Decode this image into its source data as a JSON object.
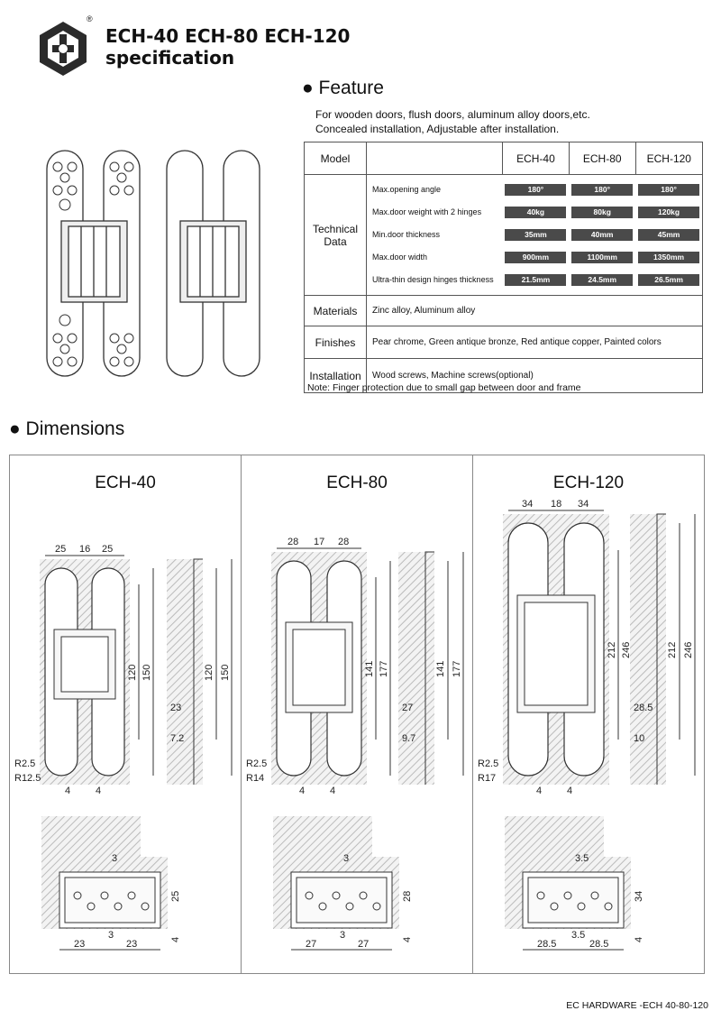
{
  "header": {
    "title_line1": "ECH-40  ECH-80  ECH-120",
    "title_line2": "specification",
    "registered_mark": "®"
  },
  "feature": {
    "heading": "Feature",
    "line1": "For wooden doors, flush doors, aluminum alloy doors,etc.",
    "line2": "Concealed installation, Adjustable after installation."
  },
  "spec_table": {
    "model_label": "Model",
    "models": [
      "ECH-40",
      "ECH-80",
      "ECH-120"
    ],
    "technical_label": "Technical Data",
    "rows": [
      {
        "label": "Max.opening angle",
        "values": [
          "180°",
          "180°",
          "180°"
        ]
      },
      {
        "label": "Max.door weight with 2 hinges",
        "values": [
          "40kg",
          "80kg",
          "120kg"
        ]
      },
      {
        "label": "Min.door thickness",
        "values": [
          "35mm",
          "40mm",
          "45mm"
        ]
      },
      {
        "label": "Max.door width",
        "values": [
          "900mm",
          "1100mm",
          "1350mm"
        ]
      },
      {
        "label": "Ultra-thin design hinges thickness",
        "values": [
          "21.5mm",
          "24.5mm",
          "26.5mm"
        ]
      }
    ],
    "materials_label": "Materials",
    "materials_value": "Zinc alloy, Aluminum alloy",
    "finishes_label": "Finishes",
    "finishes_value": "Pear chrome, Green antique bronze, Red antique copper, Painted colors",
    "installation_label": "Installation",
    "installation_value": "Wood screws, Machine screws(optional)"
  },
  "note": "Note: Finger protection due to small gap between door and frame",
  "dimensions": {
    "heading": "Dimensions",
    "panels": [
      {
        "title": "ECH-40",
        "top_widths": [
          "25",
          "16",
          "25"
        ],
        "heights": [
          "120",
          "150"
        ],
        "side_depth": "23",
        "side_offset": "7.2",
        "radii": [
          "R2.5",
          "R12.5"
        ],
        "gaps": [
          "4",
          "4"
        ],
        "top_gap": "3",
        "bottom_widths": [
          "23",
          "3",
          "23"
        ],
        "depth": "25",
        "min_gap": "4"
      },
      {
        "title": "ECH-80",
        "top_widths": [
          "28",
          "17",
          "28"
        ],
        "heights": [
          "141",
          "177"
        ],
        "side_depth": "27",
        "side_offset": "9.7",
        "radii": [
          "R2.5",
          "R14"
        ],
        "gaps": [
          "4",
          "4"
        ],
        "top_gap": "3",
        "bottom_widths": [
          "27",
          "3",
          "27"
        ],
        "depth": "28",
        "min_gap": "4"
      },
      {
        "title": "ECH-120",
        "top_widths": [
          "34",
          "18",
          "34"
        ],
        "heights": [
          "212",
          "246"
        ],
        "side_depth": "28.5",
        "side_offset": "10",
        "radii": [
          "R2.5",
          "R17"
        ],
        "gaps": [
          "4",
          "4"
        ],
        "top_gap": "3.5",
        "bottom_widths": [
          "28.5",
          "3.5",
          "28.5"
        ],
        "depth": "34",
        "min_gap": "4"
      }
    ]
  },
  "footer": "EC HARDWARE -ECH 40-80-120"
}
